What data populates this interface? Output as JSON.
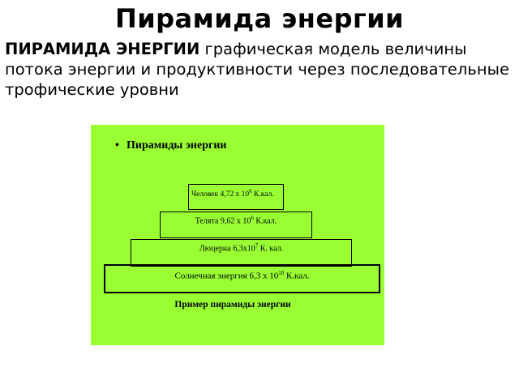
{
  "title": "Пирамида энергии",
  "definition": {
    "term": "ПИРАМИДА ЭНЕРГИИ",
    "text": "графическая модель величины потока энергии и продуктивности через последовательные трофические уровни"
  },
  "panel": {
    "background": "#99ff33",
    "bullet": "•",
    "heading": "Пирамиды энергии",
    "levels": [
      {
        "name": "Солнечная энергия 6,3 х 10",
        "exp": "10",
        "unit": "К.кал."
      },
      {
        "name": "Люцерна 6,3х10",
        "exp": "7",
        "unit": "К. кал."
      },
      {
        "name": "Телята 9,62 х 10",
        "exp": "6",
        "unit": "К.кал."
      },
      {
        "name": "Человек 4,72 х 10",
        "exp": "6",
        "unit": "К.кал."
      }
    ],
    "caption": "Пример пирамиды энергии"
  }
}
